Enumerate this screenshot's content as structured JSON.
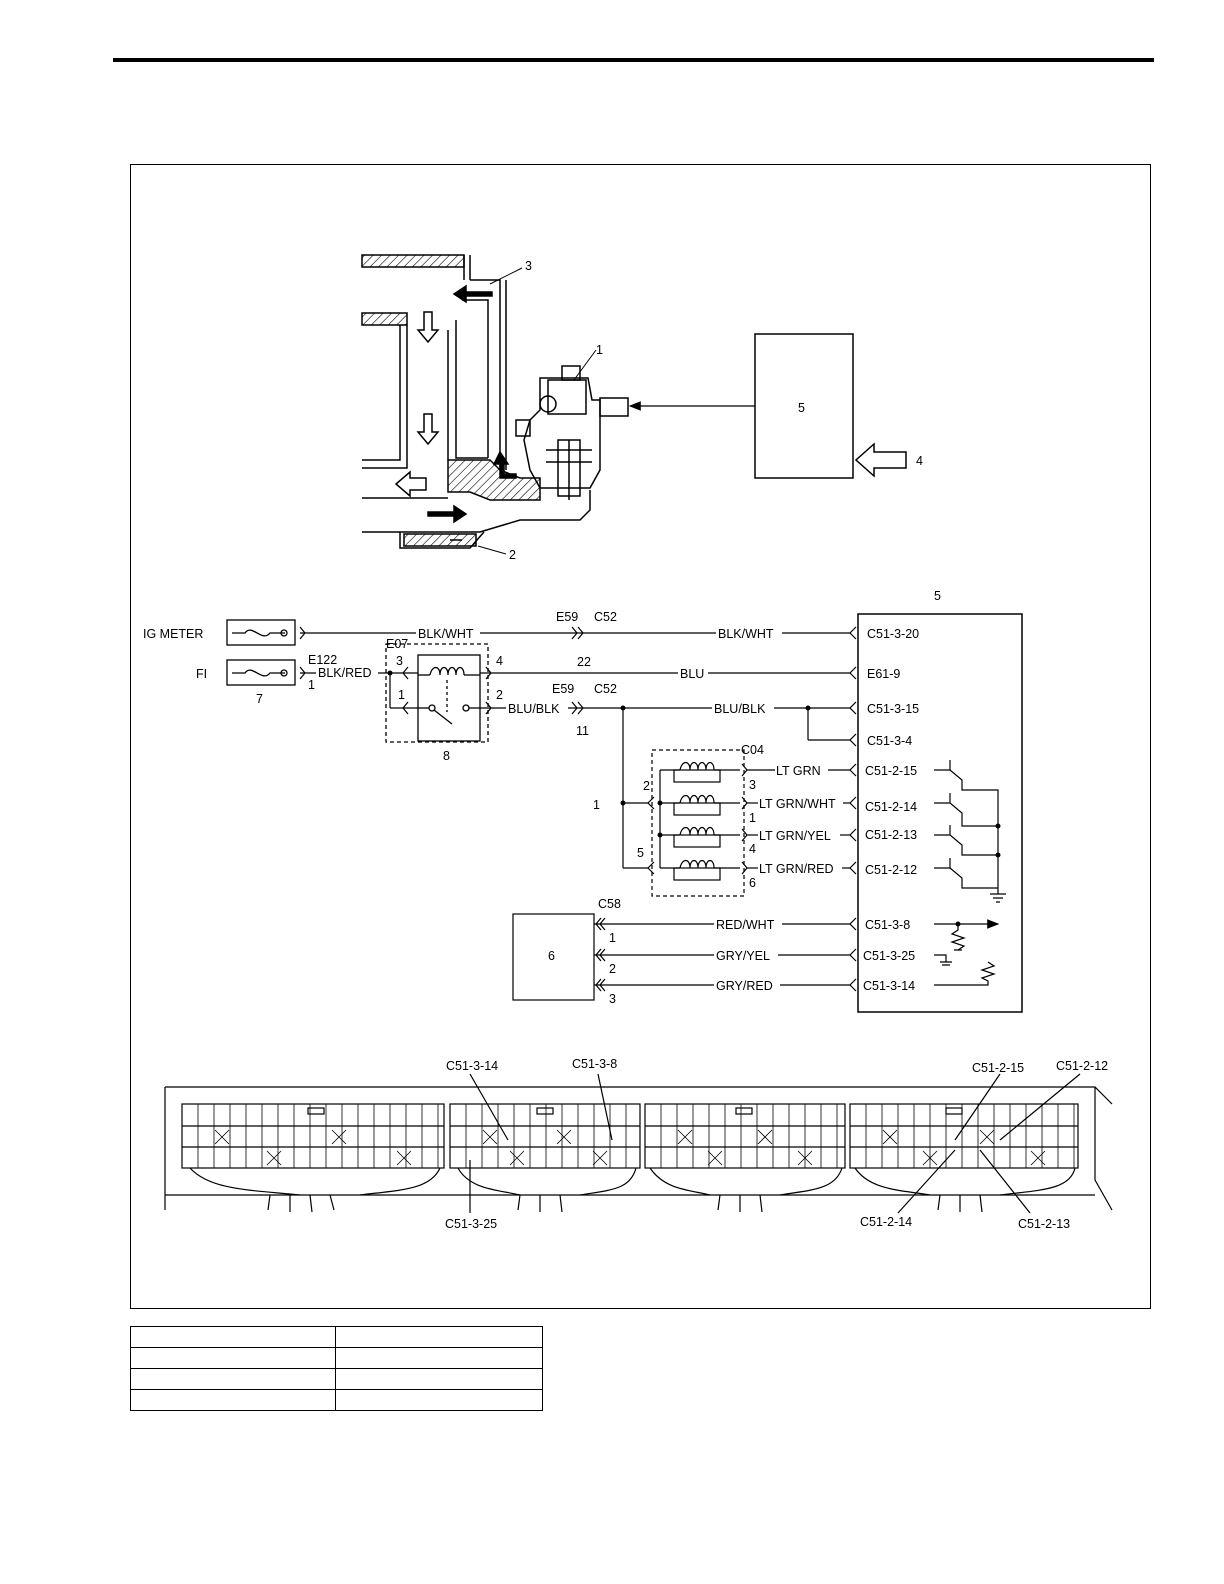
{
  "mech": {
    "callouts": [
      "1",
      "2",
      "3",
      "4",
      "5"
    ]
  },
  "circuit": {
    "ecm_label": "5",
    "fuse_box_label": "7",
    "relay_label": "8",
    "sensor_label": "6",
    "power_labels": {
      "ig_meter": "IG METER",
      "fi": "FI"
    },
    "connectors": {
      "e59_a": "E59",
      "c52_a": "C52",
      "e59_b": "E59",
      "c52_b": "C52",
      "e122": "E122",
      "e07": "E07",
      "c04": "C04",
      "c58": "C58",
      "pin_22": "22",
      "pin_11": "11",
      "pin_1_fuse": "1",
      "relay_pin_3": "3",
      "relay_pin_1": "1",
      "relay_pin_4": "4",
      "relay_pin_2": "2",
      "inj_common": "1",
      "c04_pin_2": "2",
      "c04_pin_5": "5",
      "c04_pin_3": "3",
      "c04_pin_1": "1",
      "c04_pin_4": "4",
      "c04_pin_6": "6",
      "c58_pin_1": "1",
      "c58_pin_2": "2",
      "c58_pin_3": "3"
    },
    "wires": {
      "blk_wht_1": "BLK/WHT",
      "blk_wht_2": "BLK/WHT",
      "blk_red": "BLK/RED",
      "blu": "BLU",
      "blu_blk_1": "BLU/BLK",
      "blu_blk_2": "BLU/BLK",
      "lt_grn": "LT GRN",
      "lt_grn_wht": "LT GRN/WHT",
      "lt_grn_yel": "LT GRN/YEL",
      "lt_grn_red": "LT GRN/RED",
      "red_wht": "RED/WHT",
      "gry_yel": "GRY/YEL",
      "gry_red": "GRY/RED"
    },
    "ecm_pins": [
      "C51-3-20",
      "E61-9",
      "C51-3-15",
      "C51-3-4",
      "C51-2-15",
      "C51-2-14",
      "C51-2-13",
      "C51-2-12",
      "C51-3-8",
      "C51-3-25",
      "C51-3-14"
    ]
  },
  "terminals": {
    "labels_top": [
      "C51-3-14",
      "C51-3-8",
      "C51-2-15",
      "C51-2-12"
    ],
    "labels_bottom": [
      "C51-3-25",
      "C51-2-14",
      "C51-2-13"
    ]
  }
}
